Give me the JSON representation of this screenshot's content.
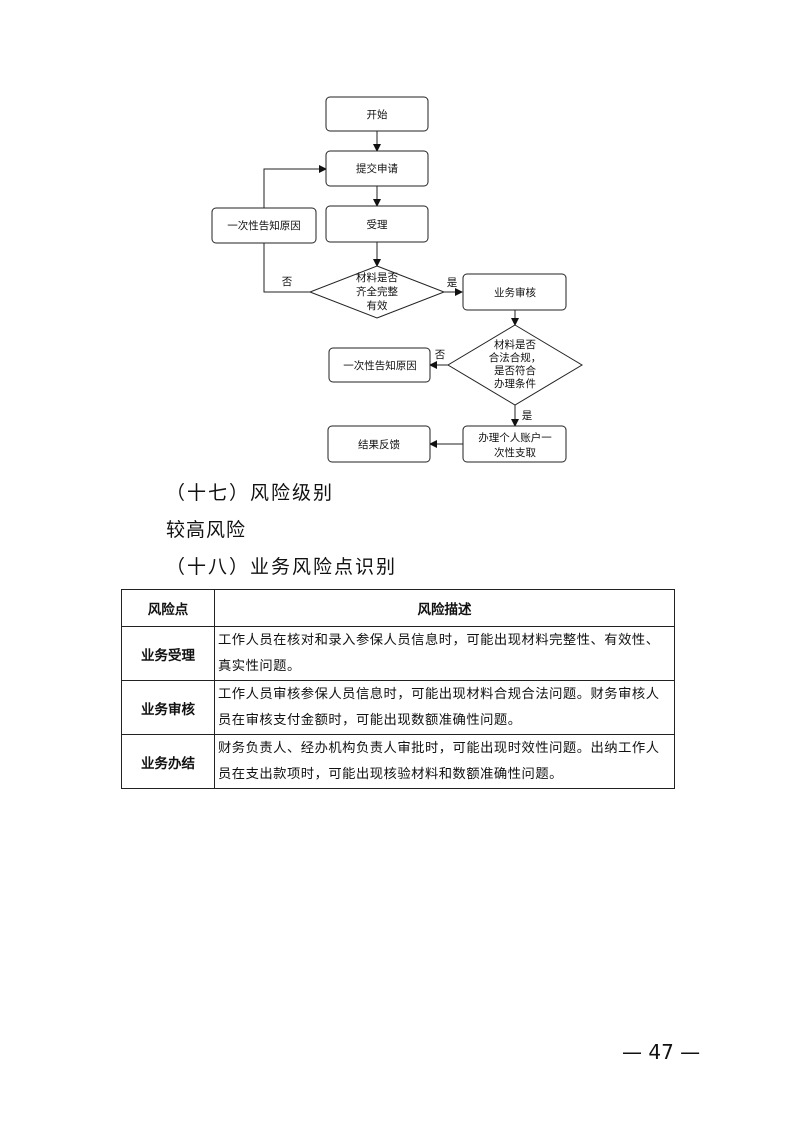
{
  "flowchart": {
    "start": "开始",
    "submit": "提交申请",
    "accept": "受理",
    "notify_left": "一次性告知原因",
    "decision1": [
      "材料是否",
      "齐全完整",
      "有效"
    ],
    "no_label_1": "否",
    "yes_label_1": "是",
    "review": "业务审核",
    "decision2": [
      "材料是否",
      "合法合规，",
      "是否符合",
      "办理条件"
    ],
    "no_label_2": "否",
    "notify_right": "一次性告知原因",
    "yes_label_2": "是",
    "process": [
      "办理个人账户一",
      "次性支取"
    ],
    "feedback": "结果反馈"
  },
  "section17": {
    "heading": "（十七）风险级别",
    "value": "较高风险"
  },
  "section18": {
    "heading": "（十八）业务风险点识别"
  },
  "table": {
    "headers": [
      "风险点",
      "风险描述"
    ],
    "rows": [
      {
        "point": "业务受理",
        "description": "工作人员在核对和录入参保人员信息时，可能出现材料完整性、有效性、真实性问题。"
      },
      {
        "point": "业务审核",
        "description": "工作人员审核参保人员信息时，可能出现材料合规合法问题。财务审核人员在审核支付金额时，可能出现数额准确性问题。"
      },
      {
        "point": "业务办结",
        "description": "财务负责人、经办机构负责人审批时，可能出现时效性问题。出纳工作人员在支出款项时，可能出现核验材料和数额准确性问题。"
      }
    ]
  },
  "page_number": "— 47 —"
}
